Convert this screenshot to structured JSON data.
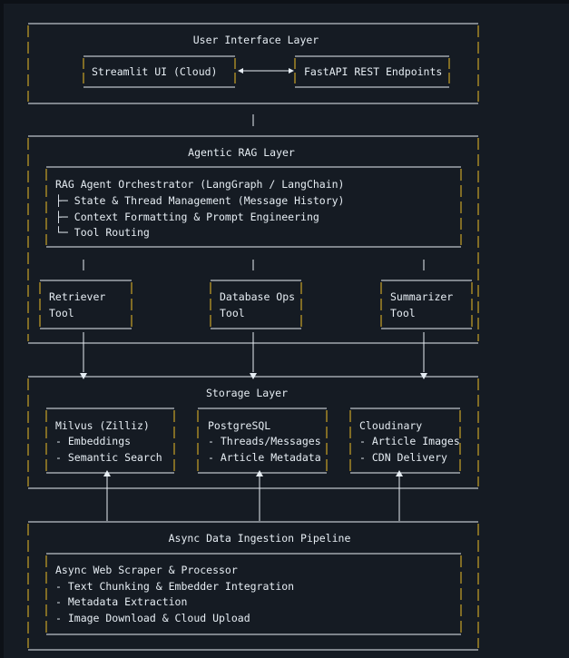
{
  "layers": {
    "ui": {
      "title": "User Interface Layer",
      "left_box": "Streamlit UI (Cloud)",
      "right_box": "FastAPI REST Endpoints"
    },
    "rag": {
      "title": "Agentic RAG Layer",
      "orchestrator": {
        "line1": "RAG Agent Orchestrator (LangGraph / LangChain)",
        "line2": "├─ State & Thread Management (Message History)",
        "line3": "├─ Context Formatting & Prompt Engineering",
        "line4": "└─ Tool Routing"
      },
      "tools": [
        {
          "name": "Retriever",
          "sub": "Tool"
        },
        {
          "name": "Database Ops",
          "sub": "Tool"
        },
        {
          "name": "Summarizer",
          "sub": "Tool"
        }
      ]
    },
    "storage": {
      "title": "Storage Layer",
      "stores": [
        {
          "name": "Milvus (Zilliz)",
          "l1": "- Embeddings",
          "l2": "- Semantic Search"
        },
        {
          "name": "PostgreSQL",
          "l1": "- Threads/Messages",
          "l2": "- Article Metadata"
        },
        {
          "name": "Cloudinary",
          "l1": "- Article Images",
          "l2": "- CDN Delivery"
        }
      ]
    },
    "ingest": {
      "title": "Async Data Ingestion Pipeline",
      "line1": "Async Web Scraper & Processor",
      "line2": "- Text Chunking & Embedder Integration",
      "line3": "- Metadata Extraction",
      "line4": "- Image Download & Cloud Upload"
    }
  }
}
